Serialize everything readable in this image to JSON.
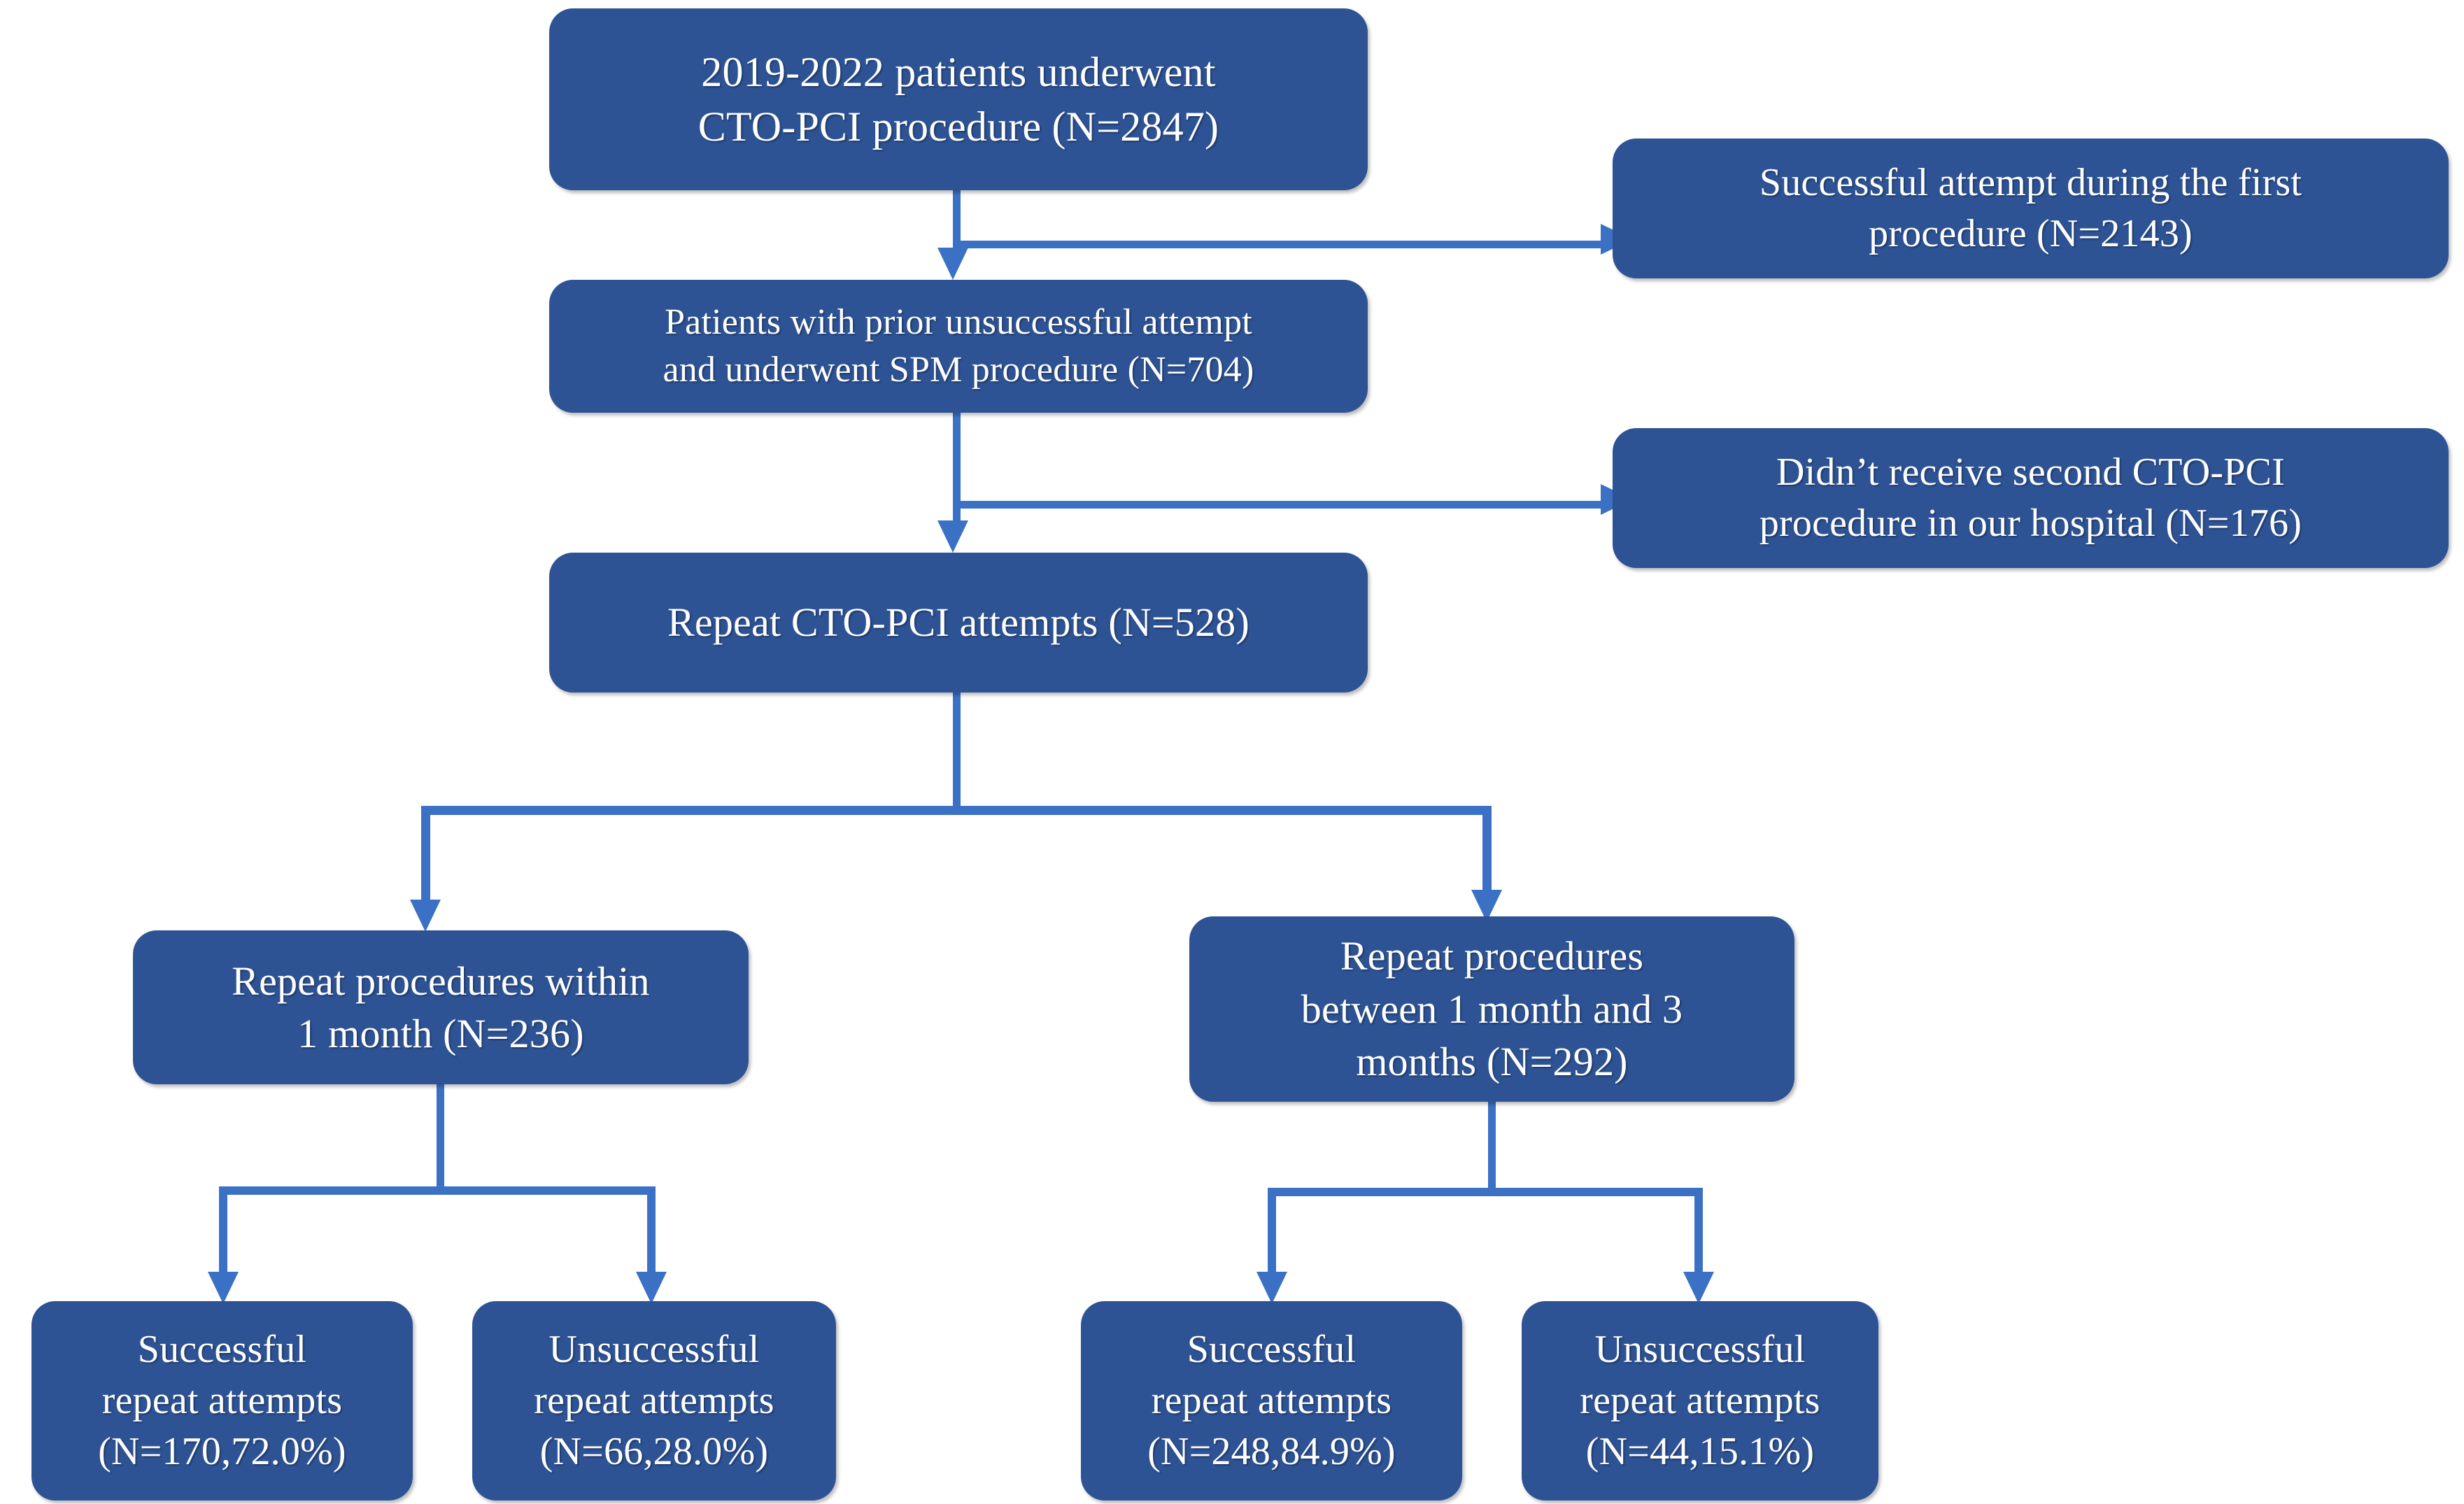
{
  "figure": {
    "type": "flowchart",
    "orientation": "top-down",
    "colors": {
      "node_fill": "#2e5395",
      "node_text": "#ffffff",
      "connector": "#3b71c4",
      "background": "#ffffff"
    }
  },
  "nodes": {
    "root": {
      "id": "root",
      "label": "2019-2022 patients underwent\nCTO-PCI  procedure (N=2847)",
      "n": 2847
    },
    "excluded_success_first": {
      "id": "excluded-successful-first-attempt",
      "label": "Successful attempt during the first\nprocedure (N=2143)",
      "n": 2143
    },
    "prior_unsuccessful": {
      "id": "prior-unsuccessful-spm",
      "label": "Patients with prior unsuccessful attempt\nand underwent SPM procedure (N=704)",
      "n": 704
    },
    "excluded_no_second": {
      "id": "excluded-no-second-procedure",
      "label": "Didn’t receive second CTO-PCI\nprocedure in our hospital (N=176)",
      "n": 176
    },
    "repeat_attempts": {
      "id": "repeat-cto-pci-attempts",
      "label": "Repeat CTO-PCI attempts (N=528)",
      "n": 528
    },
    "within_1_month": {
      "id": "repeat-within-1-month",
      "label": "Repeat procedures within\n1 month (N=236)",
      "n": 236
    },
    "between_1_3_months": {
      "id": "repeat-between-1-and-3-months",
      "label": "Repeat procedures\nbetween 1 month and 3\nmonths (N=292)",
      "n": 292
    },
    "within_success": {
      "id": "within-1-month-successful",
      "label": "Successful\nrepeat attempts\n(N=170,72.0%)",
      "n": 170,
      "percent": "72.0%"
    },
    "within_failure": {
      "id": "within-1-month-unsuccessful",
      "label": "Unsuccessful\nrepeat attempts\n(N=66,28.0%)",
      "n": 66,
      "percent": "28.0%"
    },
    "between_success": {
      "id": "between-1-3-months-successful",
      "label": "Successful\nrepeat attempts\n(N=248,84.9%)",
      "n": 248,
      "percent": "84.9%"
    },
    "between_failure": {
      "id": "between-1-3-months-unsuccessful",
      "label": "Unsuccessful\nrepeat attempts\n(N=44,15.1%)",
      "n": 44,
      "percent": "15.1%"
    }
  },
  "chart_data": {
    "type": "diagram",
    "title": "",
    "flow": [
      {
        "from": "root",
        "to": "prior_unsuccessful",
        "kind": "down"
      },
      {
        "from": "root",
        "to": "excluded_success_first",
        "kind": "right"
      },
      {
        "from": "prior_unsuccessful",
        "to": "repeat_attempts",
        "kind": "down"
      },
      {
        "from": "prior_unsuccessful",
        "to": "excluded_no_second",
        "kind": "right"
      },
      {
        "from": "repeat_attempts",
        "to": "within_1_month",
        "kind": "split-left"
      },
      {
        "from": "repeat_attempts",
        "to": "between_1_3_months",
        "kind": "split-right"
      },
      {
        "from": "within_1_month",
        "to": "within_success",
        "kind": "split-left"
      },
      {
        "from": "within_1_month",
        "to": "within_failure",
        "kind": "split-right"
      },
      {
        "from": "between_1_3_months",
        "to": "between_success",
        "kind": "split-left"
      },
      {
        "from": "between_1_3_months",
        "to": "between_failure",
        "kind": "split-right"
      }
    ]
  }
}
